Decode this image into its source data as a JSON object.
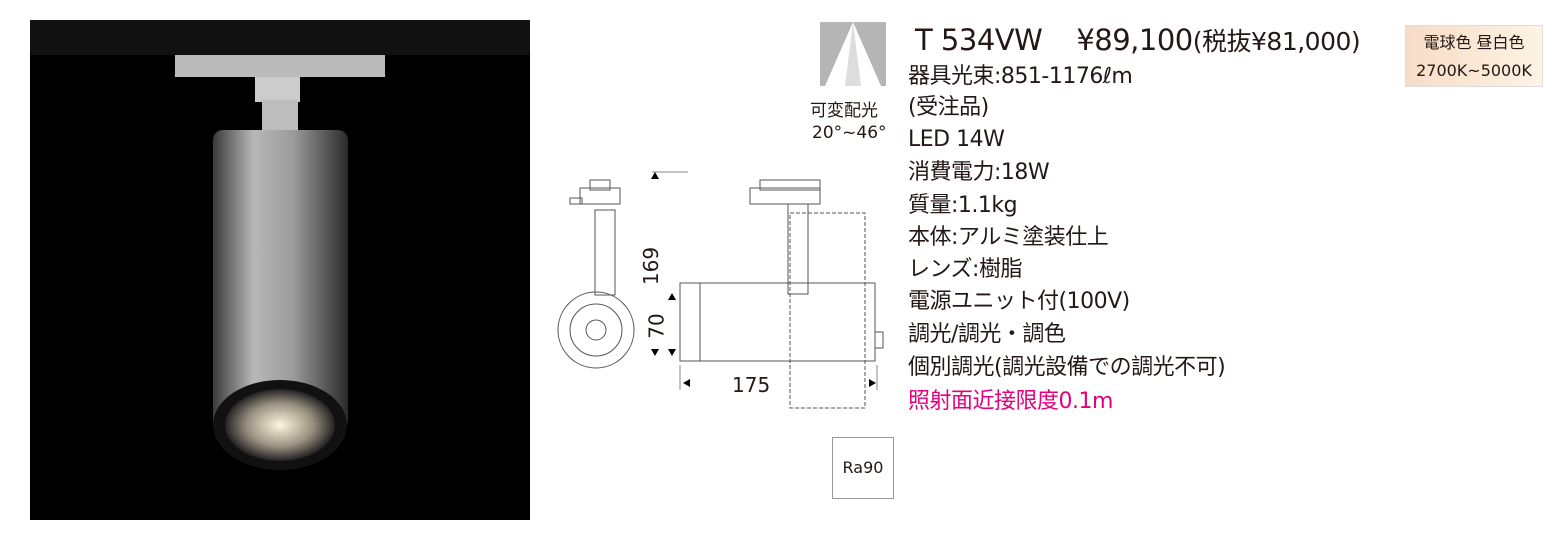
{
  "product": {
    "model": "T 534VW",
    "price": "¥89,100",
    "price_ex_tax": "(税抜¥81,000)",
    "specs": [
      "器具光束:851-1176ℓm",
      "(受注品)",
      "LED 14W",
      "消費電力:18W",
      "質量:1.1kg",
      "本体:アルミ塗装仕上",
      "レンズ:樹脂",
      "電源ユニット付(100V)",
      "調光/調光・調色",
      "個別調光(調光設備での調光不可)"
    ],
    "warning": "照射面近接限度0.1m",
    "warning_color": "#e4007f"
  },
  "beam": {
    "label": "可変配光",
    "angle": "20°~46°"
  },
  "color_temp": {
    "line1": "電球色 昼白色",
    "line2": "2700K~5000K"
  },
  "cri": "Ra90",
  "dimensions": {
    "height": "169",
    "body_diameter": "70",
    "length": "175"
  }
}
